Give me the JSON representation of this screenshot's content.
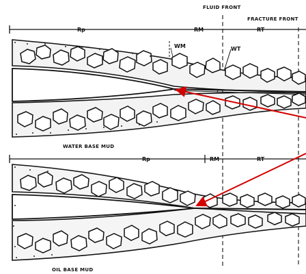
{
  "top_labels": {
    "fluid_front": "FLUID FRONT",
    "fracture_front": "FRACTURE FRONT",
    "r_p": "Rp",
    "r_m": "RM",
    "r_t": "RT",
    "w_m": "WM",
    "w_t": "WT"
  },
  "bottom_labels": {
    "r_p": "Rp",
    "r_m": "RM",
    "r_t": "RT"
  },
  "captions": {
    "water": "WATER BASE MUD",
    "oil": "OIL BASE MUD"
  },
  "colors": {
    "ink": "#111111",
    "arrow": "#d40000"
  }
}
